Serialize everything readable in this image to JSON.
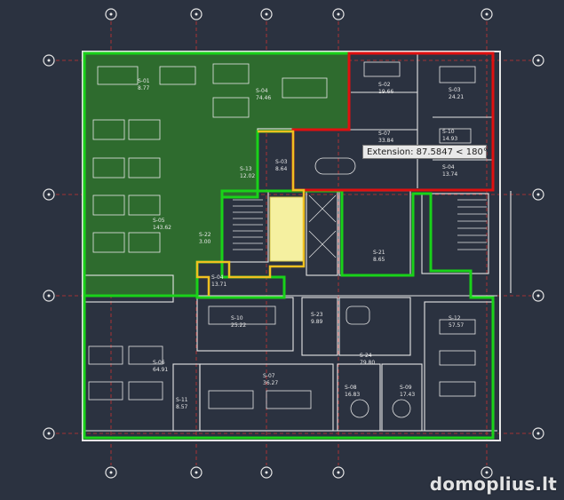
{
  "tooltip": {
    "text": "Extension: 87.5847 < 180°"
  },
  "watermark": {
    "text": "domoplius.lt"
  },
  "colors": {
    "background": "#2b3240",
    "green_outline": "#19d219",
    "red_outline": "#e01010",
    "yellow_outline": "#f0c020",
    "green_fill": "#2e6b2e",
    "yellow_fill": "#f5f0a0",
    "linework": "#e6e6e6",
    "grid": "#d03030"
  },
  "rooms": [
    {
      "id": "S-01",
      "area": "8.77"
    },
    {
      "id": "S-02",
      "area": "19.66"
    },
    {
      "id": "S-03",
      "area": "24.21"
    },
    {
      "id": "S-04",
      "area": "74.46"
    },
    {
      "id": "S-07",
      "area": "33.84"
    },
    {
      "id": "S-10",
      "area": "14.93"
    },
    {
      "id": "S-04",
      "area": "13.74"
    },
    {
      "id": "S-13",
      "area": "12.02"
    },
    {
      "id": "S-03",
      "area": "8.64"
    },
    {
      "id": "S-05",
      "area": "143.62"
    },
    {
      "id": "S-06",
      "area": "64.91"
    },
    {
      "id": "S-04",
      "area": "13.71"
    },
    {
      "id": "S-10",
      "area": "25.22"
    },
    {
      "id": "S-24",
      "area": "79.80"
    },
    {
      "id": "S-12",
      "area": "57.57"
    },
    {
      "id": "S-07",
      "area": "36.27"
    },
    {
      "id": "S-08",
      "area": "16.83"
    },
    {
      "id": "S-09",
      "area": "17.43"
    },
    {
      "id": "S-11",
      "area": "8.57"
    },
    {
      "id": "S-21",
      "area": "8.65"
    },
    {
      "id": "S-22",
      "area": "3.00"
    },
    {
      "id": "S-23",
      "area": "9.89"
    }
  ]
}
